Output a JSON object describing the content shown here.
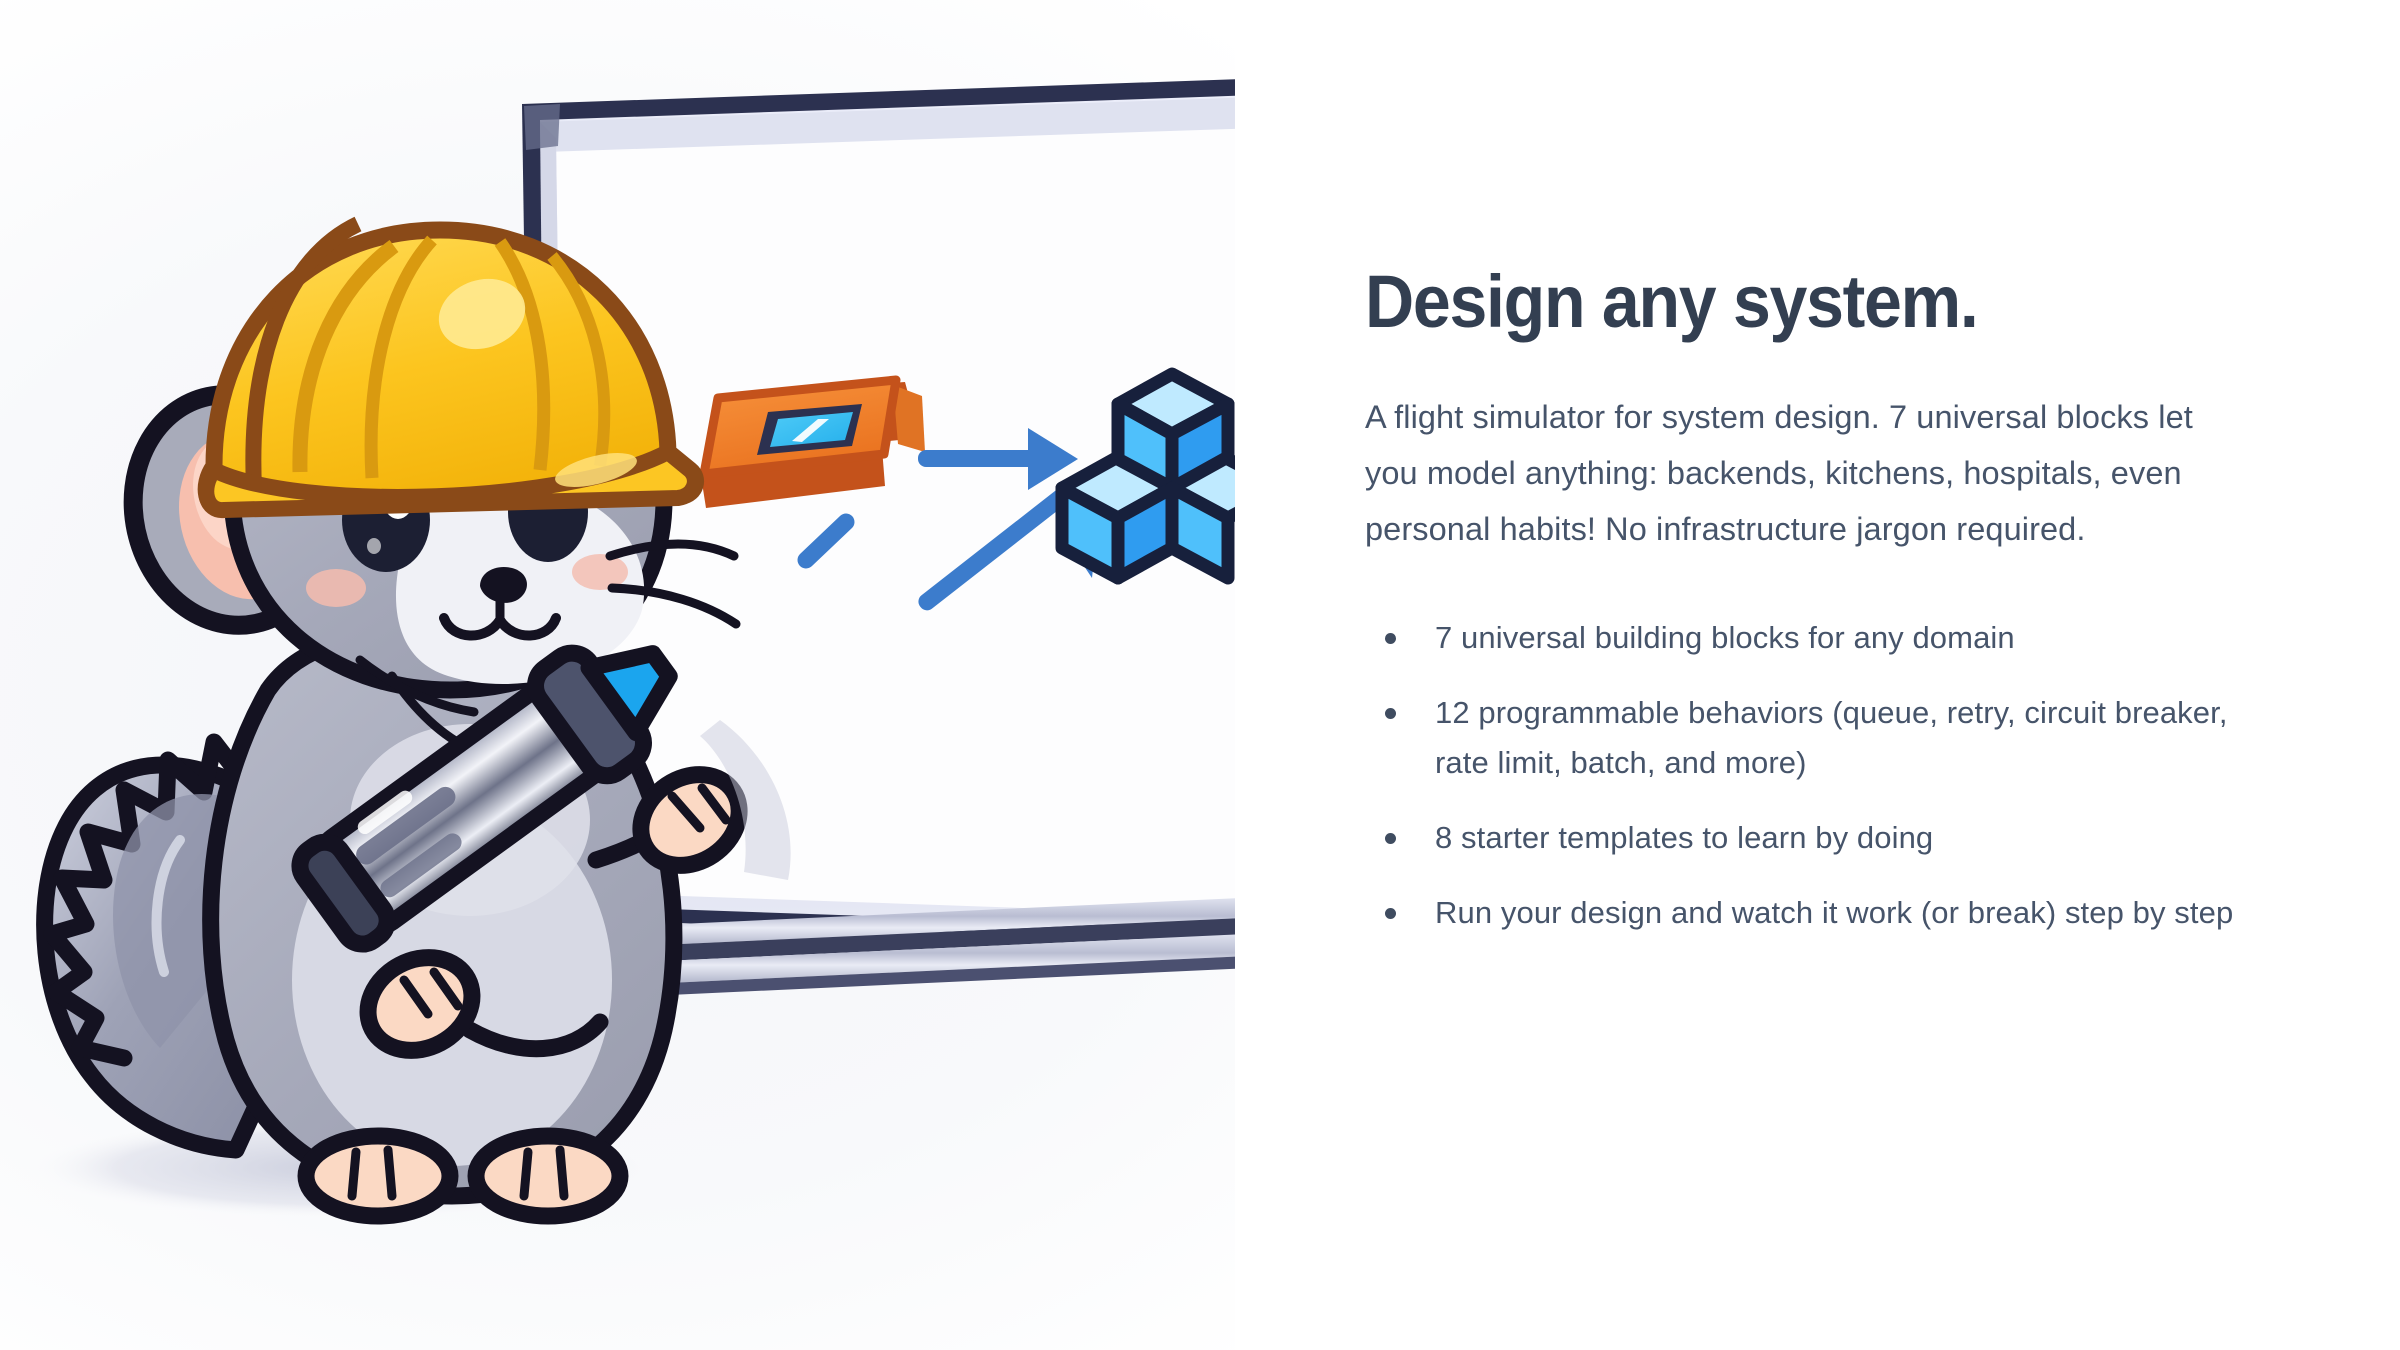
{
  "hero": {
    "headline": "Design any system.",
    "paragraph": "A flight simulator for system design. 7 universal blocks let you model anything: backends, kitchens, hospitals, even personal habits! No infrastructure jargon required.",
    "features": [
      "7 universal building blocks for any domain",
      "12 programmable behaviors (queue, retry, circuit breaker, rate limit, batch, and more)",
      "8 starter templates to learn by doing",
      "Run your design and watch it work (or break) step by step"
    ]
  },
  "illustration": {
    "alt_name": "chinchilla-mascot-drawing-on-whiteboard",
    "scene_items": [
      "whiteboard",
      "orange-stacked-card-icon",
      "arrow-right",
      "arrow-up-right",
      "blue-cube-cluster",
      "chinchilla-mascot",
      "yellow-hard-hat",
      "whiteboard-marker"
    ],
    "colors": {
      "hat_yellow": "#fcc623",
      "hat_yellow_light": "#ffd84d",
      "hat_rib_brown": "#8a4a18",
      "fur_grey": "#a8aab8",
      "fur_grey_light": "#c9ccd8",
      "belly_light": "#d5d7e1",
      "ear_pink": "#f7bfae",
      "paw_pink": "#fbd9c4",
      "outline_navy": "#141221",
      "marker_body": "#6b7089",
      "marker_dark": "#3c4157",
      "marker_tip_blue": "#1ba5ee",
      "arrow_blue": "#3c7ccc",
      "cube_blue": "#3fa9f5",
      "cube_blue_light": "#7fd4fb",
      "cube_top_pale": "#bfeaff",
      "card_orange": "#f08129",
      "card_orange_dark": "#c4521b",
      "card_screen_cyan": "#30bdf2",
      "board_frame_navy": "#2c3150",
      "board_bezel_silver": "#c6c9dc",
      "board_face": "#fdfdfe",
      "shadow_grey": "#d8dae6"
    }
  }
}
